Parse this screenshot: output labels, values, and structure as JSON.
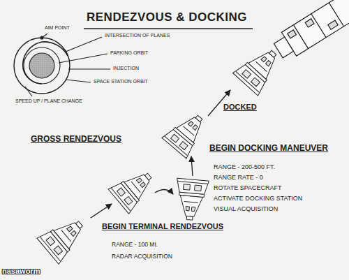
{
  "diagram": {
    "title": "RENDEZVOUS & DOCKING",
    "labels": [
      "AIM POINT",
      "INTERSECTION OF PLANES",
      "PARKING ORBIT",
      "INJECTION",
      "SPACE STATION ORBIT",
      "SPEED UP / PLANE CHANGE",
      "GROSS RENDEZVOUS",
      "DOCKED",
      "BEGIN DOCKING MANEUVER",
      "RANGE - 200-500 FT.",
      "RANGE RATE - 0",
      "ROTATE SPACECRAFT",
      "ACTIVATE DOCKING STATION",
      "VISUAL ACQUISITION",
      "BEGIN TERMINAL RENDEZVOUS",
      "RANGE - 100 MI.",
      "RADAR ACQUISITION",
      "nasaworm"
    ]
  }
}
